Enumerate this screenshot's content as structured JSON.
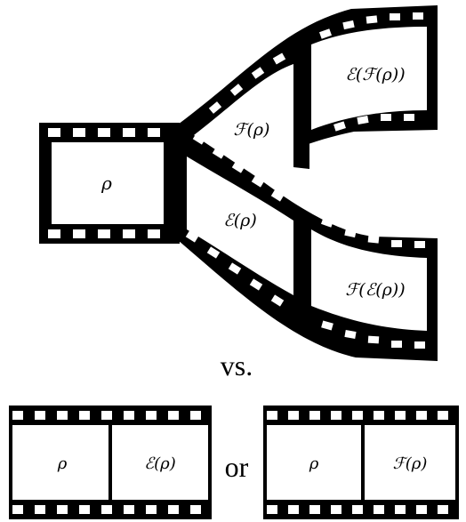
{
  "diagram": {
    "labels": {
      "input": "ρ",
      "upper_branch": "ℱ(ρ)",
      "lower_branch": "ℰ(ρ)",
      "upper_output": "ℰ(ℱ(ρ))",
      "lower_output": "ℱ(ℰ(ρ))"
    },
    "separator": "vs.",
    "strips": {
      "left": {
        "first": "ρ",
        "second": "ℰ(ρ)"
      },
      "connector": "or",
      "right": {
        "first": "ρ",
        "second": "ℱ(ρ)"
      }
    },
    "colors": {
      "film": "#000000",
      "frame": "#ffffff"
    }
  }
}
